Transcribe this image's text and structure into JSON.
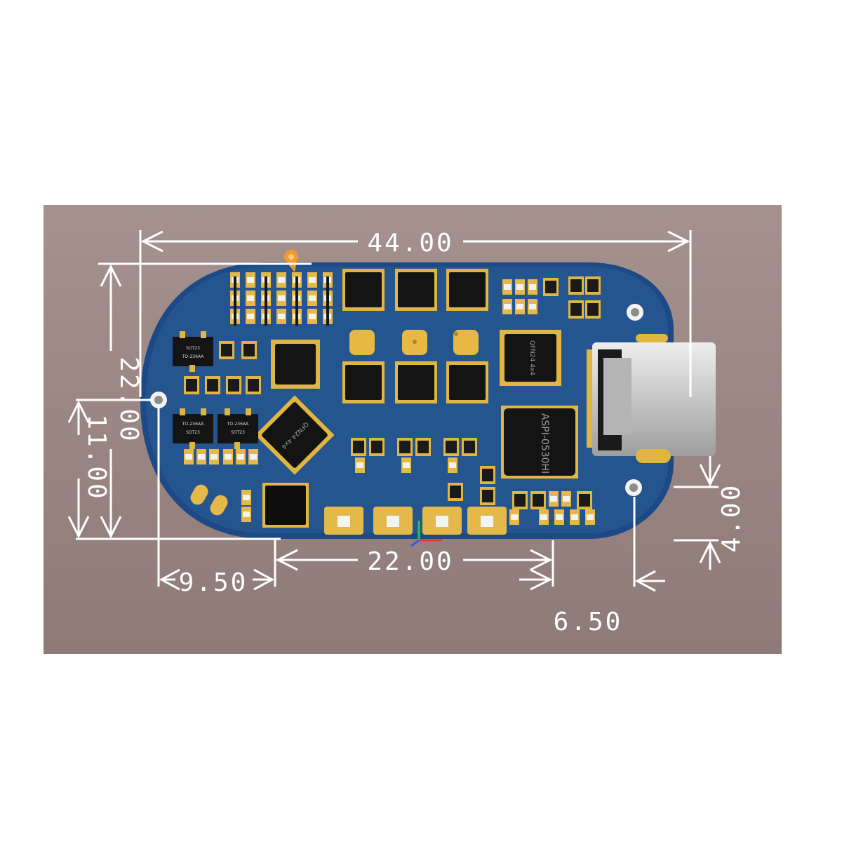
{
  "dimensions": {
    "overall_length": "44.00",
    "overall_height": "22.00",
    "hole_height": "11.00",
    "hole_offset_left": "9.50",
    "hole_spacing": "22.00",
    "connector_offset": "4.00",
    "right_hole_offset": "6.50"
  },
  "chips": {
    "qfn_rotated": "QFN24 4x4",
    "qfn_right": "QFN24 4x4",
    "inductor": "ASPI-0530HI",
    "sot_tl": "SOT23",
    "sot_tl_sub": "TO-236AA",
    "sot_bl": "SOT23",
    "sot_bl_sub": "TO-236AA",
    "sot_br": "SOT23",
    "sot_br_sub": "TO-236AA"
  },
  "colors": {
    "backdrop": "#9b8683",
    "board": "#1d4a86",
    "pad_gold": "#e0b640",
    "chip_black": "#141414",
    "connector": "#c8c8c8",
    "dimension_lines": "#ffffff"
  }
}
